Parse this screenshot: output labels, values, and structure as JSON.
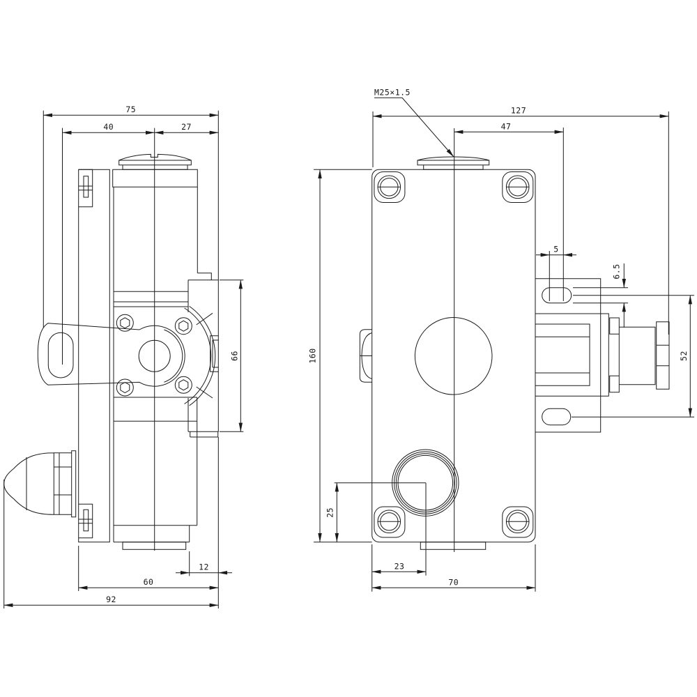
{
  "background": "#ffffff",
  "stroke_color": "#1a1a1a",
  "side_view": {
    "dims": {
      "overall_width": "75",
      "center_to_lever_eye": "40",
      "center_to_plate_edge": "27",
      "plate_height": "66",
      "foot_step": "12",
      "plate_span": "60",
      "overall_depth": "92"
    }
  },
  "front_view": {
    "cable_gland_thread": "M25×1.5",
    "dims": {
      "overall_width": "127",
      "center_to_bracket_slot": "47",
      "slot_straight_length": "5",
      "slot_width": "6.5",
      "slot_center_spacing": "52",
      "housing_height": "160",
      "cable_entry_height": "25",
      "cable_entry_offset": "23",
      "housing_width": "70"
    }
  }
}
